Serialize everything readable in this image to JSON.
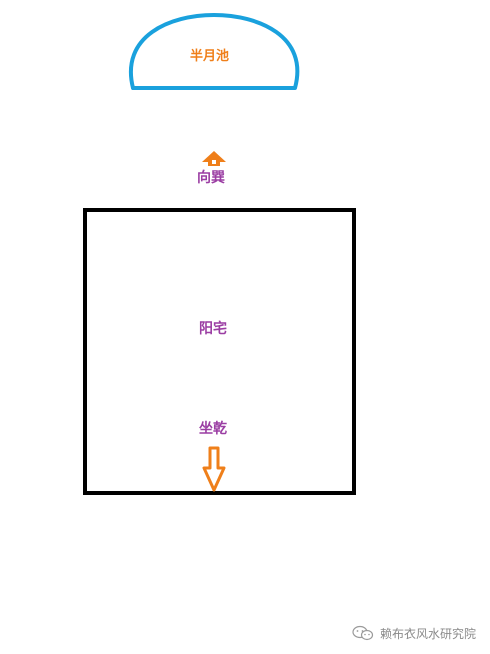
{
  "labels": {
    "pond": "半月池",
    "facing": "向巽",
    "house": "阳宅",
    "sitting": "坐乾"
  },
  "watermark": {
    "icon": "wechat-icon",
    "text": "赖布衣风水研究院"
  },
  "colors": {
    "pond_outline": "#1aa1dd",
    "pond_label": "#ef7f1a",
    "house_outline": "#000000",
    "text_purple": "#9b3ea3",
    "arrow": "#ef7f1a",
    "watermark": "#8a8a8a"
  }
}
